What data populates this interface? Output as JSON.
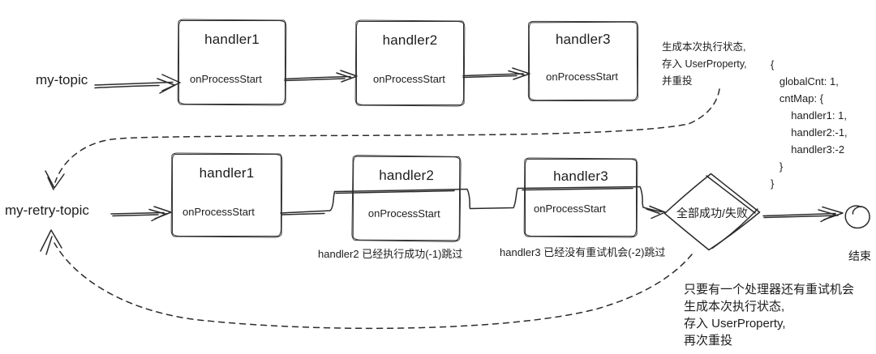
{
  "colors": {
    "ink": "#2b2b2b",
    "text": "#1d1d1d",
    "background": "#ffffff"
  },
  "top_flow": {
    "source_label": "my-topic",
    "handlers": [
      {
        "title": "handler1",
        "method": "onProcessStart"
      },
      {
        "title": "handler2",
        "method": "onProcessStart"
      },
      {
        "title": "handler3",
        "method": "onProcessStart"
      }
    ],
    "annotation": "生成本次执行状态,\n存入 UserProperty,\n并重投",
    "state_code": "{\n   globalCnt: 1,\n   cntMap: {\n       handler1: 1,\n       handler2:-1,\n       handler3:-2\n   }\n}"
  },
  "retry_flow": {
    "source_label": "my-retry-topic",
    "handlers": [
      {
        "title": "handler1",
        "method": "onProcessStart"
      },
      {
        "title": "handler2",
        "method": "onProcessStart"
      },
      {
        "title": "handler3",
        "method": "onProcessStart"
      }
    ],
    "skip_note_handler2": "handler2 已经执行成功(-1)跳过",
    "skip_note_handler3": "handler3 已经没有重试机会(-2)跳过",
    "decision_label": "全部成功/失败",
    "end_label": "结束",
    "annotation": "只要有一个处理器还有重试机会\n生成本次执行状态,\n存入 UserProperty,\n再次重投"
  }
}
